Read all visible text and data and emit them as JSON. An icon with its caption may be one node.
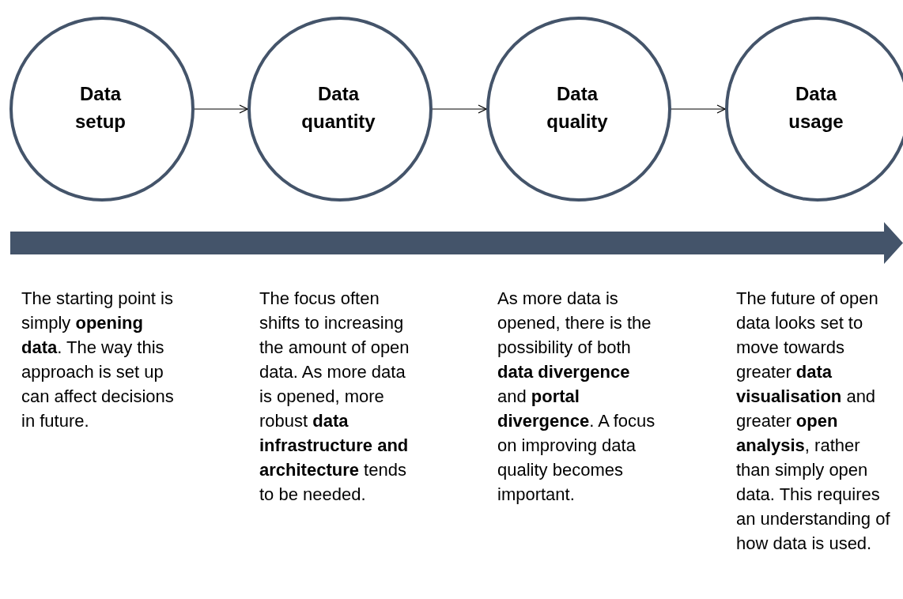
{
  "diagram": {
    "nodes": [
      {
        "text": [
          "Data setup"
        ]
      },
      {
        "text": [
          "Data quantity"
        ]
      },
      {
        "text": [
          "Data quality"
        ]
      },
      {
        "text": [
          "Data usage"
        ]
      }
    ],
    "edges": [
      {
        "from": 0,
        "to": 1,
        "arrow": "to"
      },
      {
        "from": 1,
        "to": 2,
        "arrow": "to"
      },
      {
        "from": 2,
        "to": 3,
        "arrow": "to"
      }
    ],
    "labels": [
      "The starting point is simply **opening data**. The way this approach is set up can affect decisions in future.",
      "The focus often shifts to increasing the amount of open data. As more data is opened, more robust **data infrastructure and architecture** tends to be needed.",
      "As more data is opened, there is the possibility of both **data divergence** and **portal divergence**. A focus on improving data quality becomes important.",
      "The future of open data looks set to move towards greater **data visualisation** and greater **open analysis**, rather than simply open data. This requires an understanding of how data is used."
    ]
  }
}
